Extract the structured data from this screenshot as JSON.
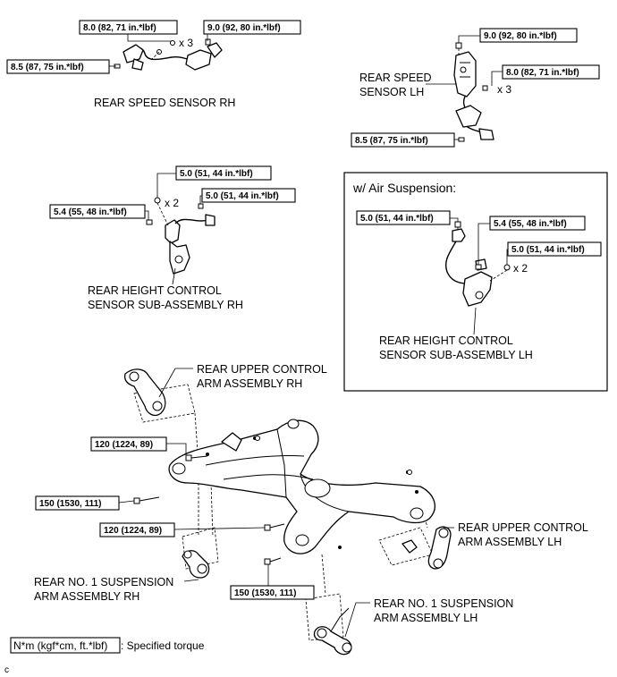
{
  "torque_callouts": {
    "rs_rh_top": "8.0 (82, 71 in.*lbf)",
    "rs_rh_top_qty": "x 3",
    "rs_rh_right": "9.0 (92, 80 in.*lbf)",
    "rs_rh_left": "8.5 (87, 75 in.*lbf)",
    "rs_lh_top": "9.0 (92, 80 in.*lbf)",
    "rs_lh_mid": "8.0 (82, 71 in.*lbf)",
    "rs_lh_mid_qty": "x 3",
    "rs_lh_bottom": "8.5 (87, 75 in.*lbf)",
    "hc_rh_top": "5.0 (51, 44 in.*lbf)",
    "hc_rh_top_qty": "x 2",
    "hc_rh_right": "5.0 (51, 44 in.*lbf)",
    "hc_rh_left": "5.4 (55, 48 in.*lbf)",
    "hc_lh_left": "5.0 (51, 44 in.*lbf)",
    "hc_lh_mid": "5.4 (55, 48 in.*lbf)",
    "hc_lh_right": "5.0 (51, 44 in.*lbf)",
    "hc_lh_right_qty": "x 2",
    "frame_120_top": "120 (1224, 89)",
    "frame_150_left": "150 (1530, 111)",
    "frame_120_mid": "120 (1224, 89)",
    "frame_150_bottom": "150 (1530, 111)"
  },
  "part_labels": {
    "rs_rh": "REAR SPEED SENSOR RH",
    "rs_lh_line1": "REAR SPEED",
    "rs_lh_line2": "SENSOR LH",
    "hc_rh_line1": "REAR HEIGHT CONTROL",
    "hc_rh_line2": "SENSOR SUB-ASSEMBLY RH",
    "hc_lh_line1": "REAR HEIGHT CONTROL",
    "hc_lh_line2": "SENSOR SUB-ASSEMBLY LH",
    "uca_rh_line1": "REAR UPPER CONTROL",
    "uca_rh_line2": "ARM ASSEMBLY RH",
    "uca_lh_line1": "REAR UPPER CONTROL",
    "uca_lh_line2": "ARM ASSEMBLY LH",
    "sa_rh_line1": "REAR NO. 1 SUSPENSION",
    "sa_rh_line2": "ARM ASSEMBLY RH",
    "sa_lh_line1": "REAR NO. 1 SUSPENSION",
    "sa_lh_line2": "ARM ASSEMBLY LH"
  },
  "inset_title": "w/ Air Suspension:",
  "legend": {
    "unit": "N*m (kgf*cm, ft.*lbf)",
    "text": ": Specified torque"
  },
  "corner_mark": "c"
}
